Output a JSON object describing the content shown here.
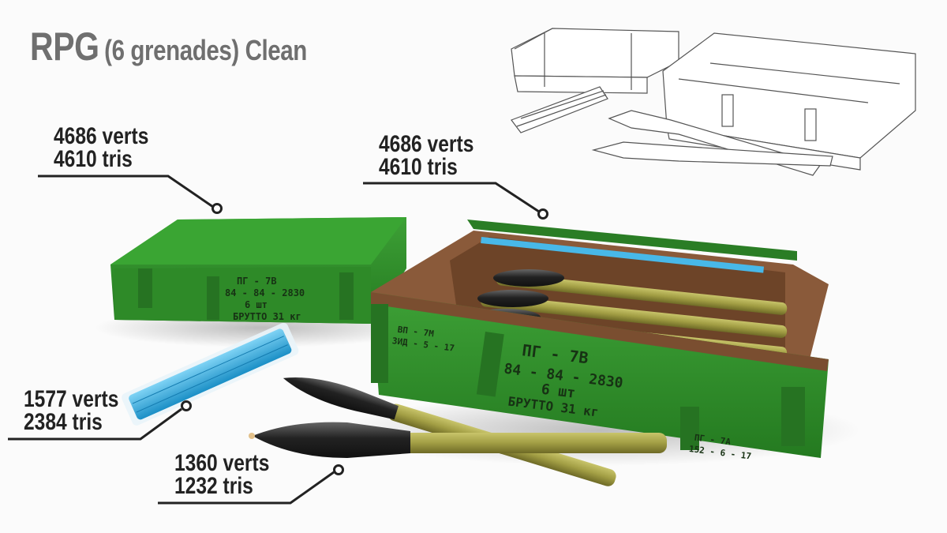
{
  "title": {
    "main": "RPG",
    "sub": "(6 grenades) Clean"
  },
  "callouts": [
    {
      "id": "closed-crate",
      "verts": "4686 verts",
      "tris": "4610 tris"
    },
    {
      "id": "open-crate",
      "verts": "4686 verts",
      "tris": "4610 tris"
    },
    {
      "id": "charge-pack",
      "verts": "1577 verts",
      "tris": "2384 tris"
    },
    {
      "id": "grenade",
      "verts": "1360 verts",
      "tris": "1232 tris"
    }
  ],
  "crate_markings": {
    "line1": "ПГ - 7В",
    "line2": "84 - 84 - 2830",
    "line3": "6 шт",
    "line4": "БРУТТО 31 кг",
    "side1": "ВП - 7М",
    "side2": "ЗИД - 5 - 17",
    "end1": "ПГ - 7А",
    "end2": "152 - 6 - 17"
  },
  "colors": {
    "crate_green": "#2f8a2a",
    "wood": "#8a5a3a",
    "charge_blue": "#2aa6dd",
    "grenade_tube": "#a6a24a",
    "warhead": "#2b2b2b"
  }
}
